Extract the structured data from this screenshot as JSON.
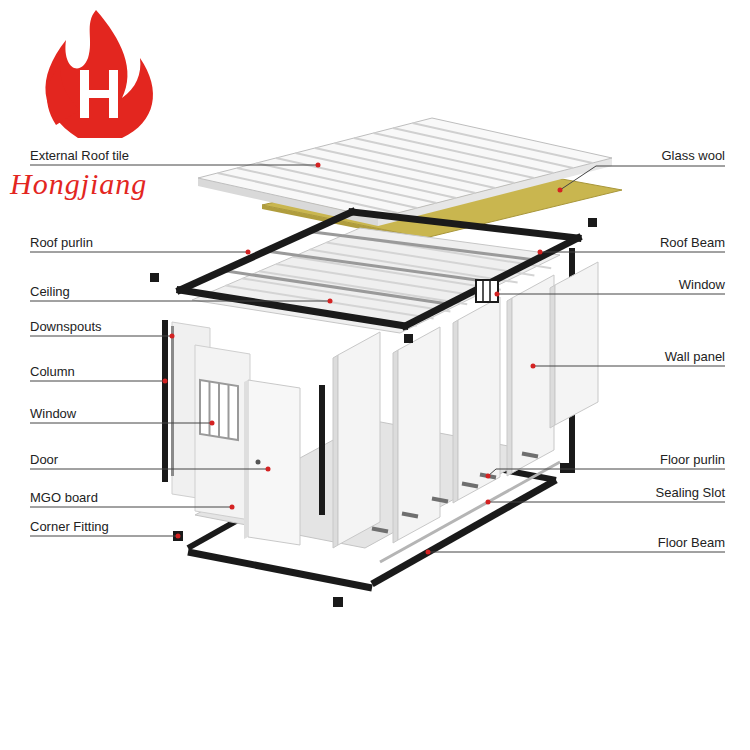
{
  "diagram": {
    "labels": [
      "External Roof tile",
      "Glass wool",
      "Roof purlin",
      "Roof Beam",
      "Ceiling",
      "Window",
      "Downspouts",
      "Wall panel",
      "Column",
      "Window",
      "Door",
      "Floor purlin",
      "MGO board",
      "Sealing Slot",
      "Corner Fitting",
      "Floor Beam",
      "Hongjiang"
    ]
  }
}
